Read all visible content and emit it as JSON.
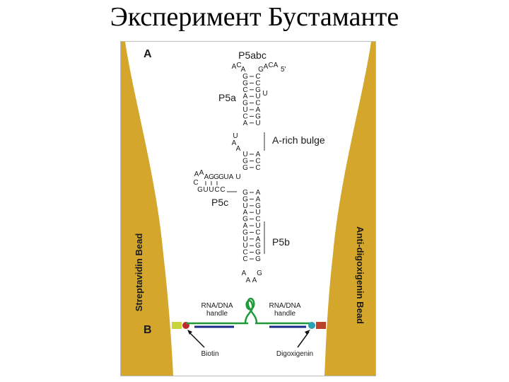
{
  "slide": {
    "title": "Эксперимент Бустаманте"
  },
  "figure": {
    "panel_a_label": "A",
    "panel_b_label": "B",
    "structure_title": "P5abc",
    "five_prime": "5'",
    "regions": {
      "p5a": "P5a",
      "a_rich_bulge": "A-rich bulge",
      "p5c": "P5c",
      "p5b": "P5b"
    },
    "beads": {
      "left": "Streptavidin Bead",
      "right": "Anti-digoxigenin Bead"
    },
    "handles": {
      "left_line1": "RNA/DNA",
      "left_line2": "handle",
      "right_line1": "RNA/DNA",
      "right_line2": "handle"
    },
    "tags": {
      "left": "Biotin",
      "right": "Digoxigenin"
    },
    "loop_top": [
      "A",
      "C",
      "A",
      "G",
      "A",
      "C",
      "A"
    ],
    "stem_p5a": [
      [
        "G",
        "C"
      ],
      [
        "G",
        "C"
      ],
      [
        "C",
        "G"
      ],
      [
        "A",
        "U"
      ],
      [
        "G",
        "C"
      ],
      [
        "U",
        "A"
      ],
      [
        "C",
        "G"
      ],
      [
        "A",
        "U"
      ]
    ],
    "bulge_left": [
      "U",
      "A",
      "A"
    ],
    "stem_mid": [
      [
        "U",
        "A"
      ],
      [
        "G",
        "C"
      ],
      [
        "G",
        "C"
      ]
    ],
    "p5c_top": [
      "A",
      "A",
      "A",
      "G",
      "G",
      "G",
      "U",
      "A",
      "U"
    ],
    "p5c_bottom": [
      "C",
      "G",
      "U",
      "U",
      "C",
      "C"
    ],
    "stem_p5b": [
      [
        "G",
        "A"
      ],
      [
        "G",
        "A"
      ],
      [
        "U",
        "G"
      ],
      [
        "A",
        "U"
      ],
      [
        "G",
        "C"
      ],
      [
        "A",
        "U"
      ],
      [
        "G",
        "C"
      ],
      [
        "U",
        "A"
      ],
      [
        "U",
        "G"
      ],
      [
        "C",
        "G"
      ],
      [
        "C",
        "G"
      ]
    ],
    "loop_bottom": [
      "A",
      "A",
      "A",
      "G"
    ],
    "colors": {
      "bead": "#d4a72c",
      "rna": "#1f9a3a",
      "dna": "#1c2a8a",
      "biotin_dot": "#c0282d",
      "dig_dot": "#2aa0b4",
      "left_cap": "#c8d43a",
      "right_cap": "#b8432a"
    }
  }
}
